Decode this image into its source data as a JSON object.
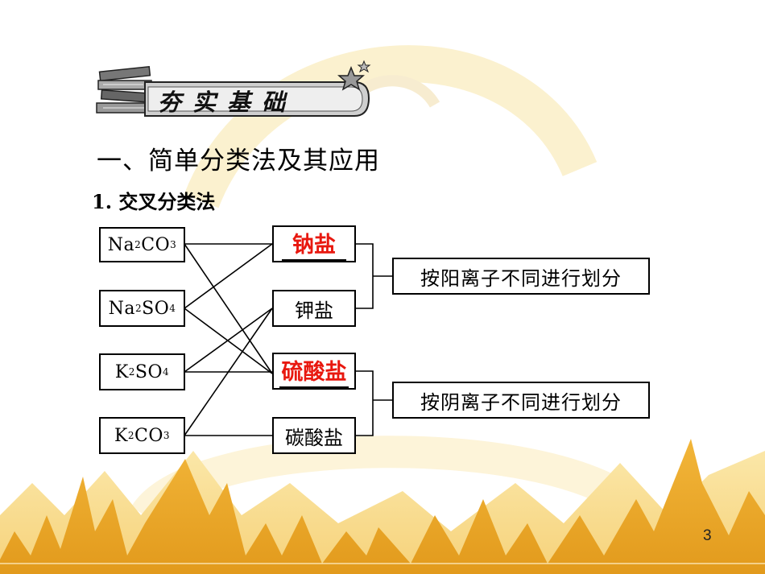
{
  "banner": {
    "title": "夯实基础"
  },
  "section": {
    "title": "一、简单分类法及其应用"
  },
  "subsection": {
    "number": "1.",
    "title": "交叉分类法"
  },
  "diagram": {
    "compounds": [
      {
        "base": "Na",
        "sub1": "2",
        "mid": "CO",
        "sub2": "3"
      },
      {
        "base": "Na",
        "sub1": "2",
        "mid": "SO",
        "sub2": "4"
      },
      {
        "base": "K",
        "sub1": "2",
        "mid": "SO",
        "sub2": "4"
      },
      {
        "base": "K",
        "sub1": "2",
        "mid": "CO",
        "sub2": "3"
      }
    ],
    "categories": [
      "钠盐",
      "钾盐",
      "硫酸盐",
      "碳酸盐"
    ],
    "criteria": [
      "按阳离子不同进行划分",
      "按阴离子不同进行划分"
    ],
    "highlight_color": "#e8180f"
  },
  "slide": {
    "page_number": "3"
  }
}
